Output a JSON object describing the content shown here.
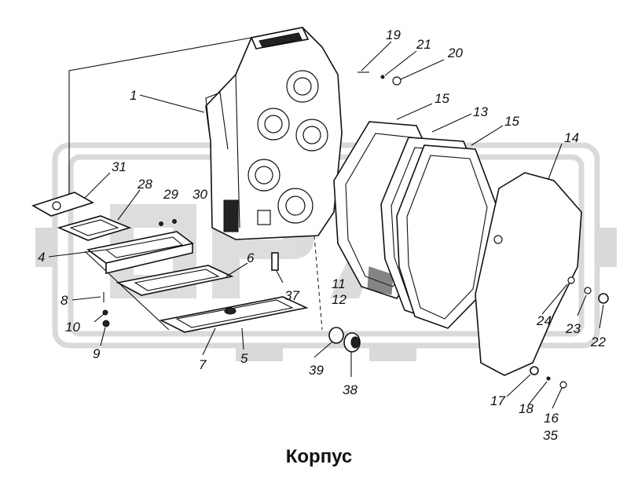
{
  "caption": "Корпус",
  "callouts": [
    "1",
    "4",
    "5",
    "6",
    "7",
    "8",
    "9",
    "10",
    "11",
    "12",
    "13",
    "14",
    "15",
    "15",
    "16",
    "17",
    "18",
    "19",
    "20",
    "21",
    "22",
    "23",
    "24",
    "28",
    "29",
    "30",
    "31",
    "35",
    "37",
    "38",
    "39"
  ],
  "watermark": "OPA",
  "colors": {
    "ink": "#111111",
    "watermark": "#d9d9d9",
    "background": "#ffffff"
  }
}
